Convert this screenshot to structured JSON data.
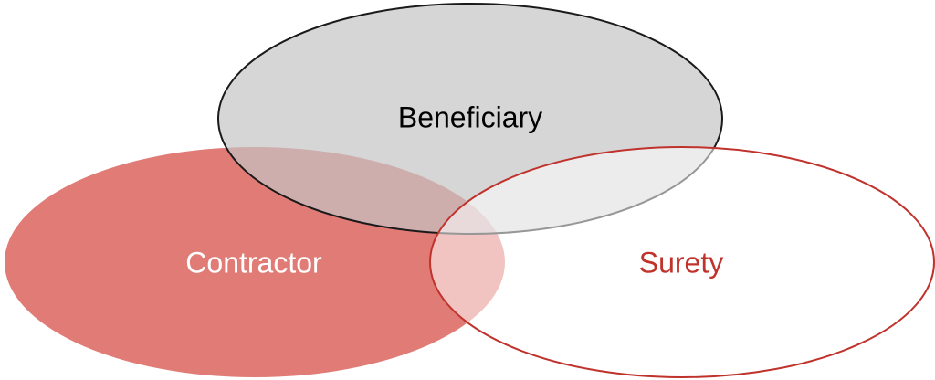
{
  "diagram": {
    "sets": [
      {
        "id": "contractor",
        "label": "Contractor",
        "label_color": "#ffffff",
        "fill": "#e07b76",
        "stroke": "none"
      },
      {
        "id": "beneficiary",
        "label": "Beneficiary",
        "label_color": "#000000",
        "fill": "#c8c8c8",
        "stroke": "#1a1a1a"
      },
      {
        "id": "surety",
        "label": "Surety",
        "label_color": "#c0332c",
        "fill": "#ffffff",
        "stroke": "#c0332c"
      }
    ]
  }
}
